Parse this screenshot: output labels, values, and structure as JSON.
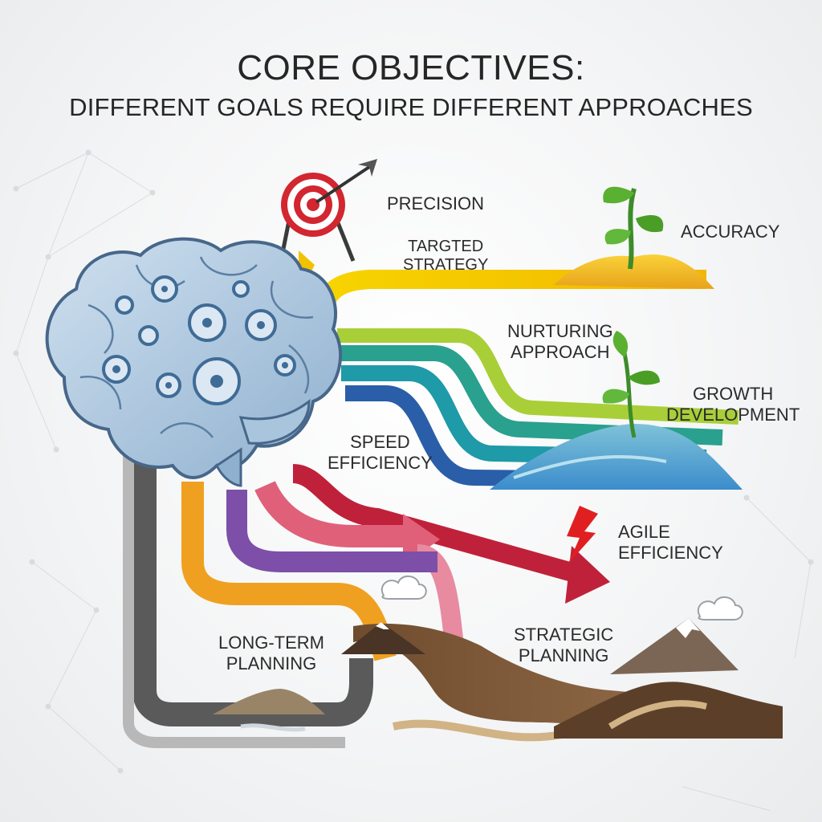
{
  "header": {
    "title": "CORE OBJECTIVES:",
    "subtitle": "DIFFERENT GOALS REQUIRE DIFFERENT APPROACHES"
  },
  "labels": {
    "precision": "PRECISION",
    "targeted_strategy": [
      "TARGTED",
      "STRATEGY"
    ],
    "accuracy": "ACCURACY",
    "nurturing_approach": [
      "NURTURING",
      "APPROACH"
    ],
    "growth_development": [
      "GROWTH",
      "DEVELOPMENT"
    ],
    "speed_efficiency": [
      "SPEED",
      "EFFICIENCY"
    ],
    "agile_efficiency": [
      "AGILE",
      "EFFICIENCY"
    ],
    "long_term_planning": [
      "LONG-TERM",
      "PLANNING"
    ],
    "strategic_planning": [
      "STRATEGIC",
      "PLANNING"
    ]
  },
  "icons": [
    "brain-gears-icon",
    "target-arrow-icon",
    "seedling-icon",
    "lightning-bolt-icon",
    "mountain-icon",
    "cloud-icon"
  ],
  "colors": {
    "yellow": "#f2c200",
    "green": "#3aa84a",
    "teal": "#1e9aa8",
    "blue": "#2a5ea8",
    "crimson": "#c0213a",
    "pink": "#e0607a",
    "purple": "#7d4fa8",
    "orange": "#f0a020",
    "gray": "#5a5a5a",
    "brown": "#8a6440",
    "brain": "#a9c4dd"
  }
}
